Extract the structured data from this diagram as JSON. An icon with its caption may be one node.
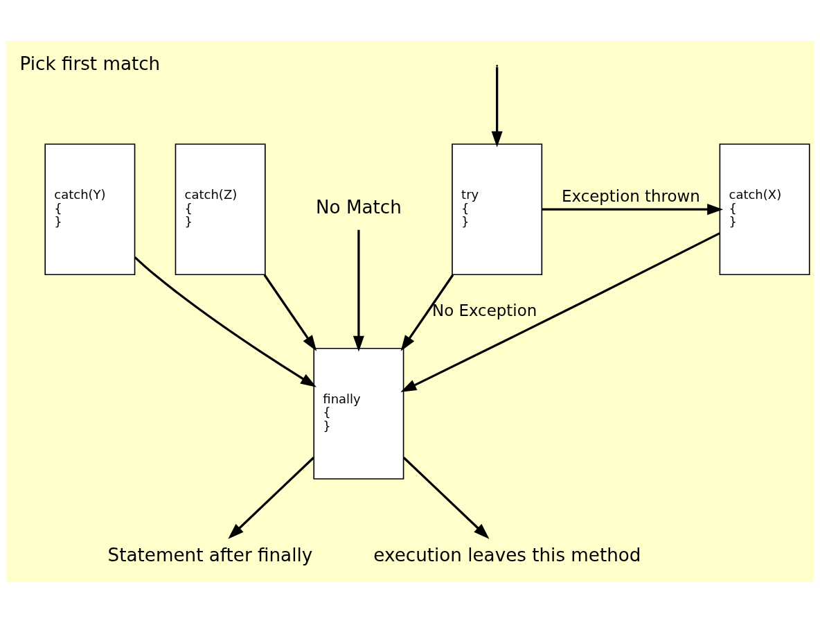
{
  "diagram": {
    "nodes": [
      {
        "text": [
          "try",
          "{",
          "}"
        ]
      },
      {
        "text": [
          "catch(X)",
          "{",
          "}"
        ]
      },
      {
        "text": [
          "catch(Y)",
          "{",
          "}"
        ]
      },
      {
        "text": [
          "catch(Z)",
          "{",
          "}"
        ]
      },
      {
        "text": [
          "finally",
          "{",
          "}"
        ]
      },
      {
        "text": [
          "Statement after finally"
        ]
      },
      {
        "text": [
          "execution leaves this method"
        ]
      },
      {
        "text": [
          "No Match"
        ]
      }
    ],
    "edges": [
      {
        "from": null,
        "to": 0,
        "arrow": "to"
      },
      {
        "from": 0,
        "to": 1,
        "label": "Exception thrown",
        "arrow": "to"
      },
      {
        "from": 0,
        "to": 4,
        "label": "No Exception",
        "arrow": "to"
      },
      {
        "from": 1,
        "to": 4,
        "arrow": "to"
      },
      {
        "from": 2,
        "to": 4,
        "arrow": "to"
      },
      {
        "from": 3,
        "to": 4,
        "arrow": "to"
      },
      {
        "from": 7,
        "to": 4,
        "arrow": "to"
      },
      {
        "from": 4,
        "to": 5,
        "arrow": "to"
      },
      {
        "from": 4,
        "to": 6,
        "arrow": "to"
      }
    ],
    "labels": [
      "Pick first match"
    ]
  }
}
